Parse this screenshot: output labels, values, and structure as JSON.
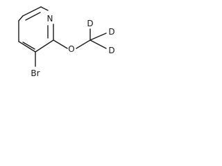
{
  "molecule": {
    "atoms": {
      "ring_nitrogen": "N",
      "bromine": "Br",
      "oxygen": "O",
      "deuterium_top": "D",
      "deuterium_right_upper": "D",
      "deuterium_right_lower": "D"
    }
  }
}
